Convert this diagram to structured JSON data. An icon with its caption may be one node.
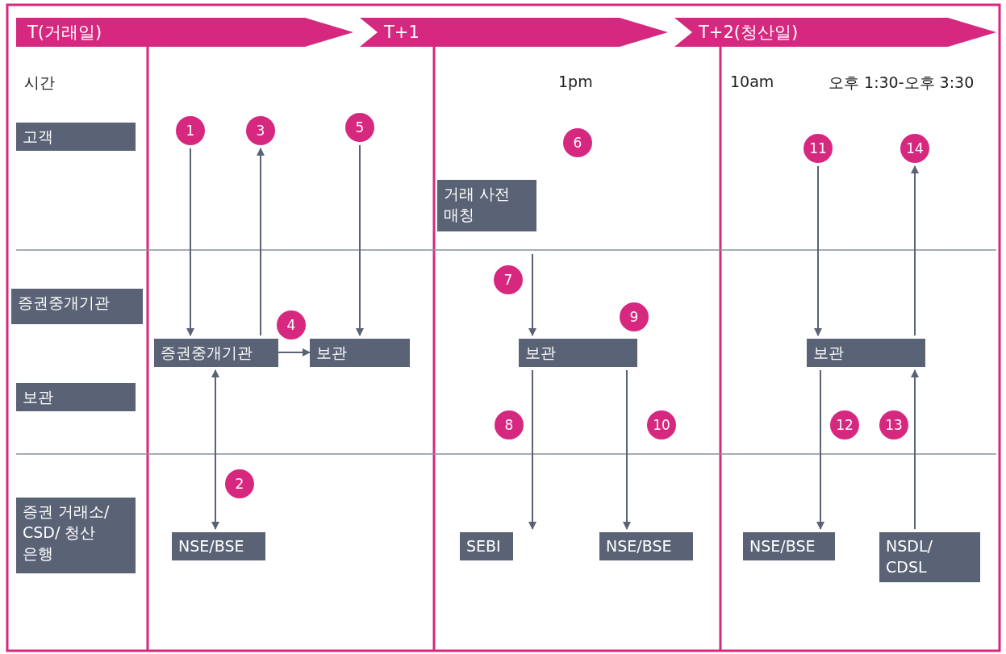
{
  "diagram": {
    "nodes": [
      {
        "text": [
          "T(거래일)"
        ]
      },
      {
        "text": [
          "T+1"
        ]
      },
      {
        "text": [
          "T+2(청산일)"
        ]
      },
      {
        "text": [
          "고객"
        ]
      },
      {
        "text": [
          "증권중개기관"
        ]
      },
      {
        "text": [
          "보관"
        ]
      },
      {
        "text": [
          "증권 거래소/ CSD/ 청산 은행"
        ]
      },
      {
        "text": [
          "1"
        ]
      },
      {
        "text": [
          "3"
        ]
      },
      {
        "text": [
          "5"
        ]
      },
      {
        "text": [
          "2"
        ]
      },
      {
        "text": [
          "4"
        ]
      },
      {
        "text": [
          "6"
        ]
      },
      {
        "text": [
          "7"
        ]
      },
      {
        "text": [
          "9"
        ]
      },
      {
        "text": [
          "8"
        ]
      },
      {
        "text": [
          "10"
        ]
      },
      {
        "text": [
          "11"
        ]
      },
      {
        "text": [
          "14"
        ]
      },
      {
        "text": [
          "12"
        ]
      },
      {
        "text": [
          "13"
        ]
      },
      {
        "text": [
          "증권중개기관"
        ]
      },
      {
        "text": [
          "보관"
        ]
      },
      {
        "text": [
          "NSE/BSE"
        ]
      },
      {
        "text": [
          "거래 사전 매칭"
        ]
      },
      {
        "text": [
          "보관"
        ]
      },
      {
        "text": [
          "SEBI"
        ]
      },
      {
        "text": [
          "NSE/BSE"
        ]
      },
      {
        "text": [
          "보관"
        ]
      },
      {
        "text": [
          "NSE/BSE"
        ]
      },
      {
        "text": [
          "NSDL/ CDSL"
        ]
      }
    ],
    "edges": [
      {
        "from": 7,
        "to": 21,
        "arrow": "to"
      },
      {
        "from": 21,
        "to": 8,
        "arrow": "to"
      },
      {
        "from": 9,
        "to": 22,
        "arrow": "to"
      },
      {
        "from": 21,
        "to": 22,
        "arrow": "to"
      },
      {
        "from": 23,
        "to": 21,
        "arrow": "both"
      },
      {
        "from": null,
        "to": 25,
        "arrow": "to"
      },
      {
        "from": 25,
        "to": 26,
        "arrow": "to"
      },
      {
        "from": 25,
        "to": 27,
        "arrow": "to"
      },
      {
        "from": 17,
        "to": 28,
        "arrow": "to"
      },
      {
        "from": 28,
        "to": 18,
        "arrow": "to"
      },
      {
        "from": 28,
        "to": 29,
        "arrow": "to"
      },
      {
        "from": 30,
        "to": 28,
        "arrow": "to"
      }
    ],
    "labels": [
      "시간",
      "1pm",
      "10am",
      "오후 1:30-오후 3:30"
    ]
  }
}
